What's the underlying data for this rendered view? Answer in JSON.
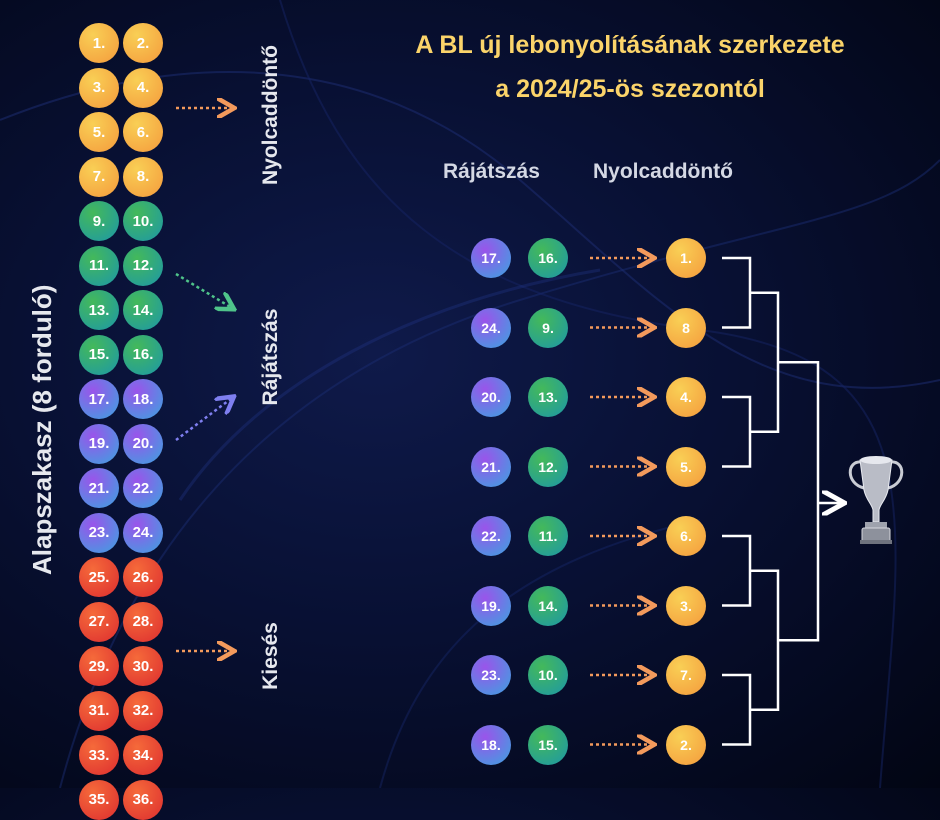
{
  "title": {
    "line1": "A BL új lebonyolításának szerkezete",
    "line2": "a 2024/25-ös szezontól"
  },
  "league_phase_label": "Alapszakasz (8 forduló)",
  "stage_labels": {
    "round_of_16": "Nyolcaddöntő",
    "playoff": "Rájátszás",
    "elimination": "Kiesés"
  },
  "column_headers": {
    "playoff": "Rájátszás",
    "round_of_16": "Nyolcaddöntő"
  },
  "colors": {
    "title": "#fbd46a",
    "orange_yellow": [
      "#f9cf55",
      "#f6a23f"
    ],
    "green_teal": [
      "#3fae64",
      "#1f9aa0"
    ],
    "purple_blue": [
      "#8a55e6",
      "#3c9ae0"
    ],
    "red": [
      "#f45a36",
      "#e0302f"
    ],
    "arrow_orange": "#f39a5c",
    "arrow_green": "#4fc48a",
    "arrow_purple": "#7f7ff0"
  },
  "table": [
    [
      "1.",
      "2."
    ],
    [
      "3.",
      "4."
    ],
    [
      "5.",
      "6."
    ],
    [
      "7.",
      "8."
    ],
    [
      "9.",
      "10."
    ],
    [
      "11.",
      "12."
    ],
    [
      "13.",
      "14."
    ],
    [
      "15.",
      "16."
    ],
    [
      "17.",
      "18."
    ],
    [
      "19.",
      "20."
    ],
    [
      "21.",
      "22."
    ],
    [
      "23.",
      "24."
    ],
    [
      "25.",
      "26."
    ],
    [
      "27.",
      "28."
    ],
    [
      "29.",
      "30."
    ],
    [
      "31.",
      "32."
    ],
    [
      "33.",
      "34."
    ],
    [
      "35.",
      "36."
    ]
  ],
  "table_groups": [
    "gold",
    "gold",
    "gold",
    "gold",
    "green",
    "green",
    "green",
    "green",
    "purple",
    "purple",
    "purple",
    "purple",
    "red",
    "red",
    "red",
    "red",
    "red",
    "red"
  ],
  "pairings": [
    {
      "playoff_a": "17.",
      "playoff_b": "16.",
      "seed": "1."
    },
    {
      "playoff_a": "24.",
      "playoff_b": "9.",
      "seed": "8"
    },
    {
      "playoff_a": "20.",
      "playoff_b": "13.",
      "seed": "4."
    },
    {
      "playoff_a": "21.",
      "playoff_b": "12.",
      "seed": "5."
    },
    {
      "playoff_a": "22.",
      "playoff_b": "11.",
      "seed": "6."
    },
    {
      "playoff_a": "19.",
      "playoff_b": "14.",
      "seed": "3."
    },
    {
      "playoff_a": "23.",
      "playoff_b": "10.",
      "seed": "7."
    },
    {
      "playoff_a": "18.",
      "playoff_b": "15.",
      "seed": "2."
    }
  ],
  "trophy_icon": "champions-league-trophy-icon"
}
